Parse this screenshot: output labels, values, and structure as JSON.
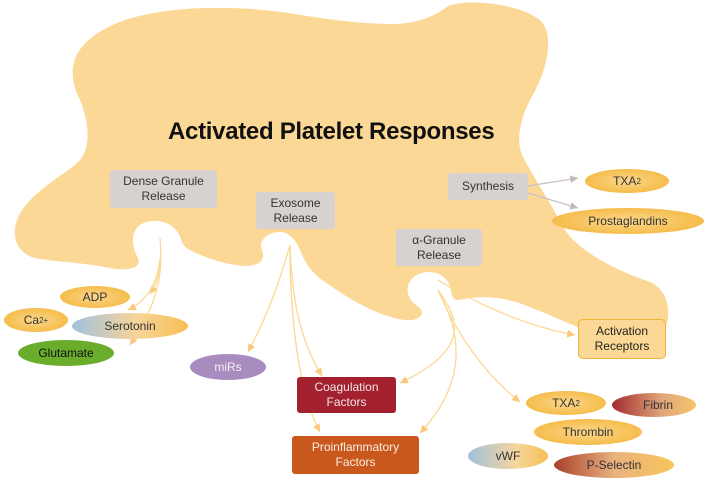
{
  "title": "Activated Platelet Responses",
  "platelet_color": "#fcd896",
  "processes": {
    "dense_granule": [
      "Dense Granule",
      "Release"
    ],
    "exosome": [
      "Exosome",
      "Release"
    ],
    "alpha_granule": [
      "α-Granule",
      "Release"
    ],
    "synthesis": "Synthesis"
  },
  "activation_receptors": [
    "Activation",
    "Receptors"
  ],
  "dense_products": {
    "adp": "ADP",
    "ca": "Ca",
    "ca_sup": "2+",
    "serotonin": "Serotonin",
    "glutamate": "Glutamate"
  },
  "exosome_products": {
    "mirs": "miRs",
    "coagulation": [
      "Coagulation",
      "Factors"
    ],
    "proinflammatory": [
      "Proinflammatory",
      "Factors"
    ]
  },
  "synthesis_products": {
    "txa": "TXA",
    "txa_sub": "2",
    "prostaglandins": "Prostaglandins"
  },
  "alpha_products": {
    "txa": "TXA",
    "txa_sub": "2",
    "fibrin": "Fibrin",
    "thrombin": "Thrombin",
    "vwf": "vWF",
    "p_selectin": "P-Selectin"
  },
  "colors": {
    "arrow_yellow": "#fcd896",
    "arrow_gray": "#c9c0c6",
    "orange_pill": "#f7c55b",
    "gray_box": "#d7d2cf",
    "glutamate": "#6aac2c",
    "mirs": "#a98cbf",
    "coagulation": "#a3202e",
    "proinflammatory": "#c9581c"
  }
}
